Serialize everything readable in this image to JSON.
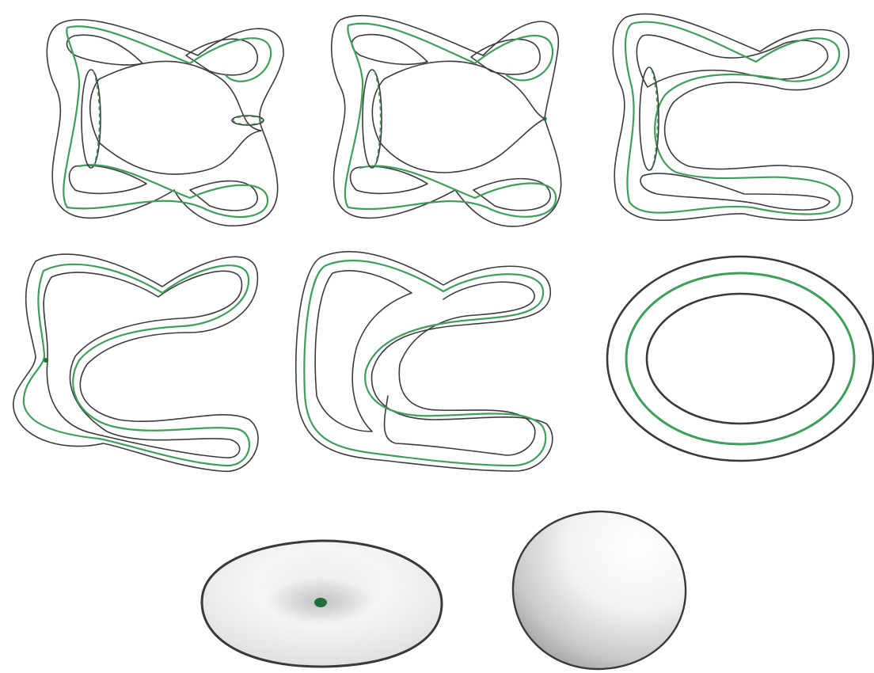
{
  "colors": {
    "ink": "#3d3a3c",
    "curve": "#3f9e5c",
    "point": "#1f6e3c",
    "background": "#ffffff"
  },
  "panels": [
    {
      "id": "figure-eight-band-pinched",
      "icon": "twisted-ribbon-with-neck-icon"
    },
    {
      "id": "figure-eight-band-pinched-point",
      "icon": "twisted-ribbon-pinched-icon"
    },
    {
      "id": "figure-eight-band-open",
      "icon": "twisted-ribbon-open-icon"
    },
    {
      "id": "crossing-band-pinched",
      "icon": "band-with-pinch-point-icon"
    },
    {
      "id": "crossing-band-smooth",
      "icon": "band-smooth-icon"
    },
    {
      "id": "annulus",
      "icon": "annulus-icon"
    },
    {
      "id": "disk-with-point",
      "icon": "shaded-disk-with-dot-icon"
    },
    {
      "id": "sphere",
      "icon": "shaded-sphere-icon"
    }
  ]
}
